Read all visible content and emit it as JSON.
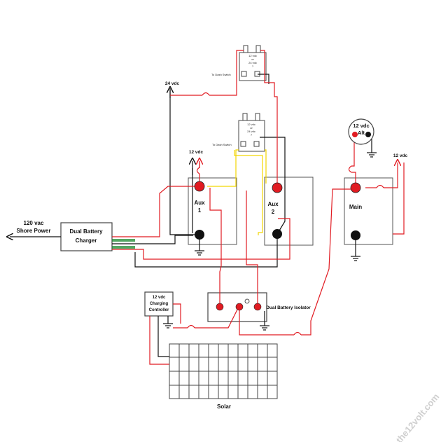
{
  "labels": {
    "v24": "24 vdc",
    "aux1_12v": "12 vdc",
    "right_12v": "12 vdc",
    "alt_v": "12 vdc",
    "alt_name": "Alt",
    "shore_1": "120 vac",
    "shore_2": "Shore Power",
    "charger_1": "Dual Battery",
    "charger_2": "Charger",
    "aux1_1": "Aux",
    "aux1_2": "1",
    "aux2_1": "Aux",
    "aux2_2": "2",
    "main": "Main",
    "cc_1": "12 vdc",
    "cc_2": "Charging",
    "cc_3": "Controller",
    "isolator": "Dual Battery Isolator",
    "solar": "Solar",
    "dash_1": "To Dash Switch",
    "dash_2": "To Dash Switch",
    "relay1_text": [
      "12 vdc",
      "or",
      "24 vdc",
      "?"
    ],
    "relay2_text": [
      "12 vdc",
      "or",
      "24 vdc",
      "?"
    ],
    "watermark": "the12volt.com"
  },
  "colors": {
    "wire_positive": "#e11b22",
    "wire_negative": "#111111",
    "wire_relay": "#f2d600",
    "wire_charger": "#1a8a2e",
    "terminal_positive": "#e11b22",
    "terminal_negative": "#111111",
    "box_border": "#444444"
  }
}
